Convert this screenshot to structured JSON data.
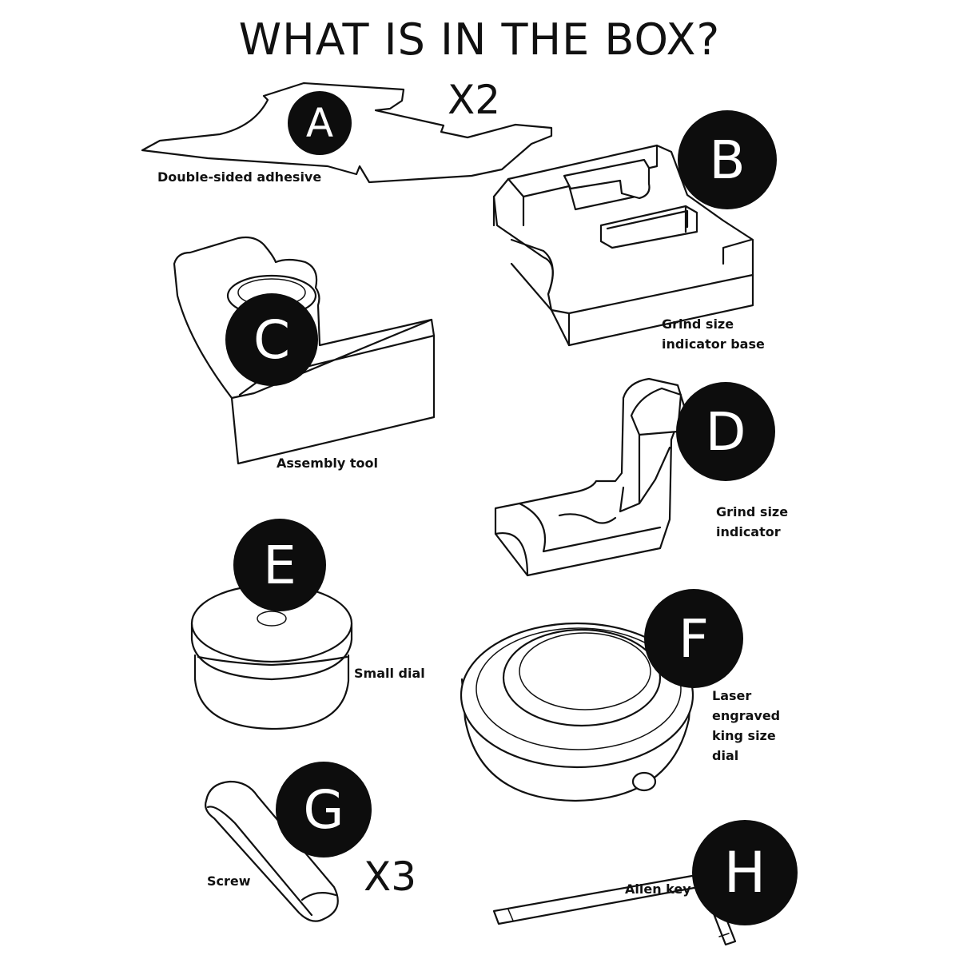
{
  "title": "WHAT IS IN THE BOX?",
  "quantities": {
    "adhesive": "X2",
    "screw": "X3"
  },
  "items": {
    "a": {
      "letter": "A",
      "label": "Double-sided adhesive"
    },
    "b": {
      "letter": "B",
      "label_lines": [
        "Grind size",
        "indicator base"
      ]
    },
    "c": {
      "letter": "C",
      "label": "Assembly tool"
    },
    "d": {
      "letter": "D",
      "label_lines": [
        "Grind size",
        "indicator"
      ]
    },
    "e": {
      "letter": "E",
      "label": "Small dial"
    },
    "f": {
      "letter": "F",
      "label_lines": [
        "Laser",
        "engraved",
        "king size",
        "dial"
      ]
    },
    "g": {
      "letter": "G",
      "label": "Screw"
    },
    "h": {
      "letter": "H",
      "label": "Allen key"
    }
  },
  "colors": {
    "ink": "#111111",
    "badge": "#0d0d0d",
    "background": "#ffffff"
  }
}
